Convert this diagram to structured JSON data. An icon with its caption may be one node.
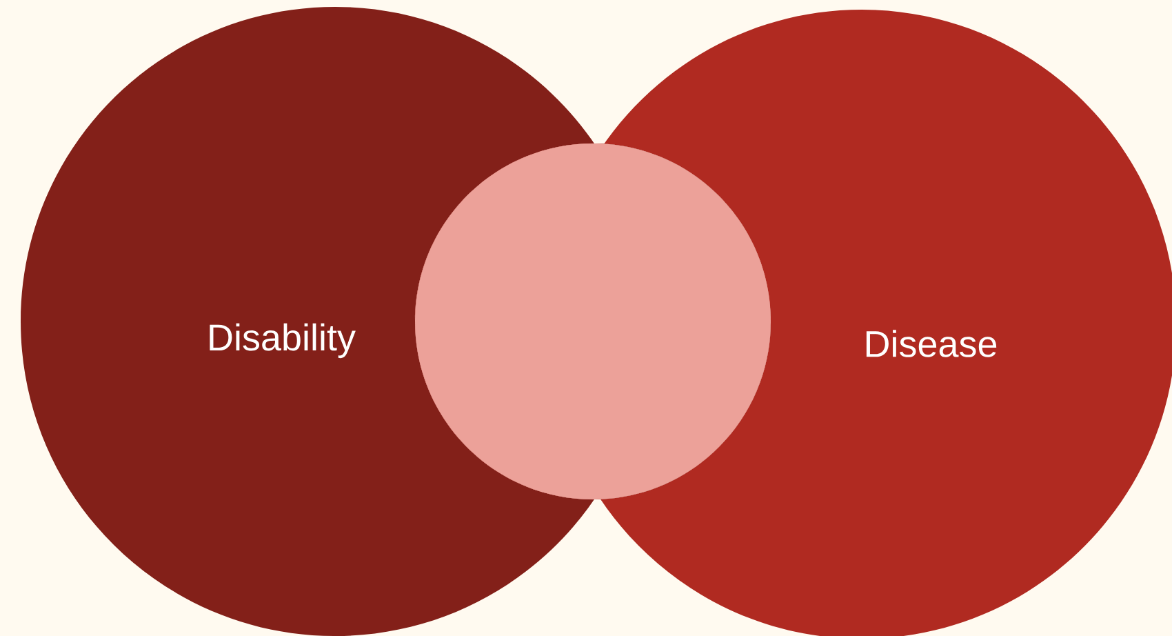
{
  "diagram": {
    "nodes": [
      {
        "text": [
          "Disability"
        ]
      },
      {
        "text": [
          "Disease"
        ]
      },
      {
        "text": [],
        "shape": "circle"
      }
    ]
  }
}
